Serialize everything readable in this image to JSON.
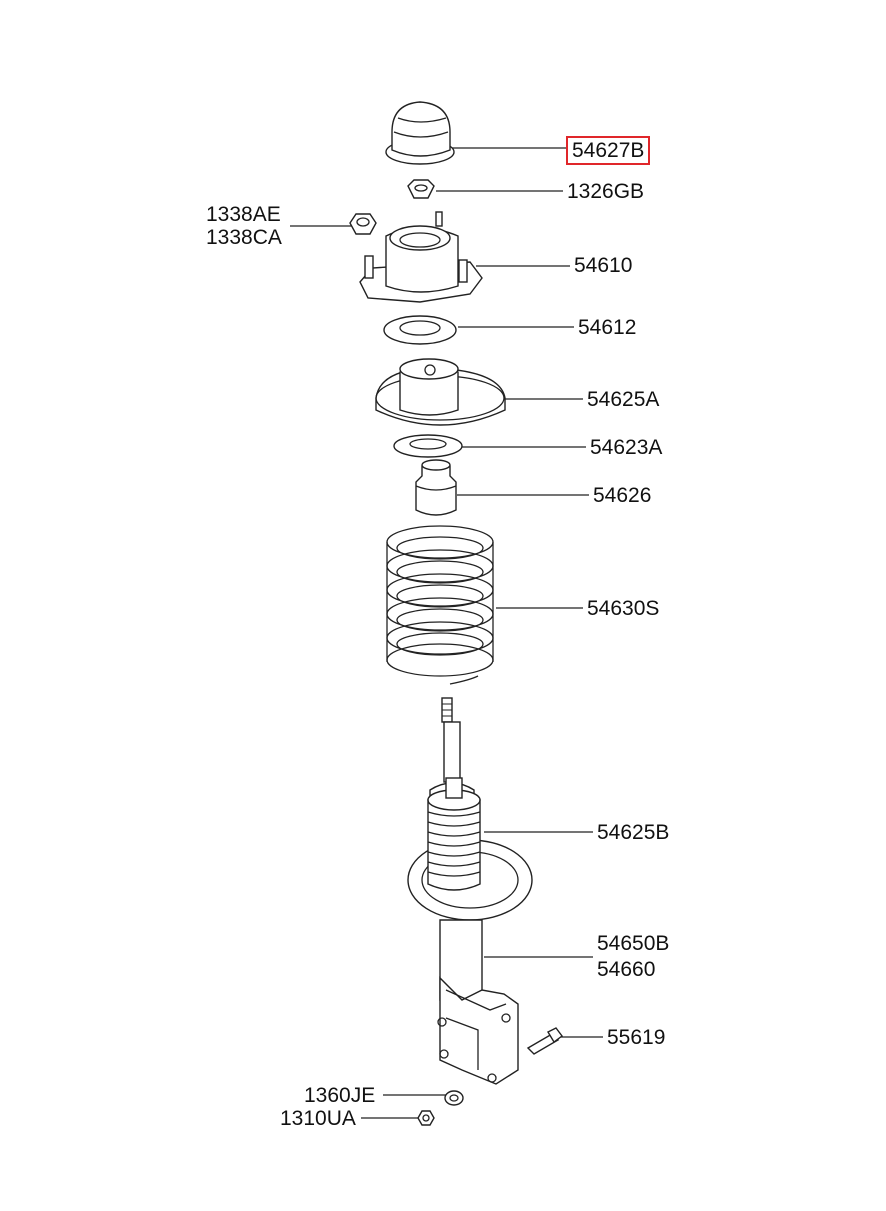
{
  "highlight_color": "#e0262a",
  "labels": {
    "p54627b": "54627B",
    "p1326gb": "1326GB",
    "p1338ae": "1338AE",
    "p1338ca": "1338CA",
    "p54610": "54610",
    "p54612": "54612",
    "p54625a": "54625A",
    "p54623a": "54623A",
    "p54626": "54626",
    "p54630s": "54630S",
    "p54625b": "54625B",
    "p54650b": "54650B",
    "p54660": "54660",
    "p55619": "55619",
    "p1360je": "1360JE",
    "p1310ua": "1310UA"
  },
  "highlighted_part": "54627B"
}
